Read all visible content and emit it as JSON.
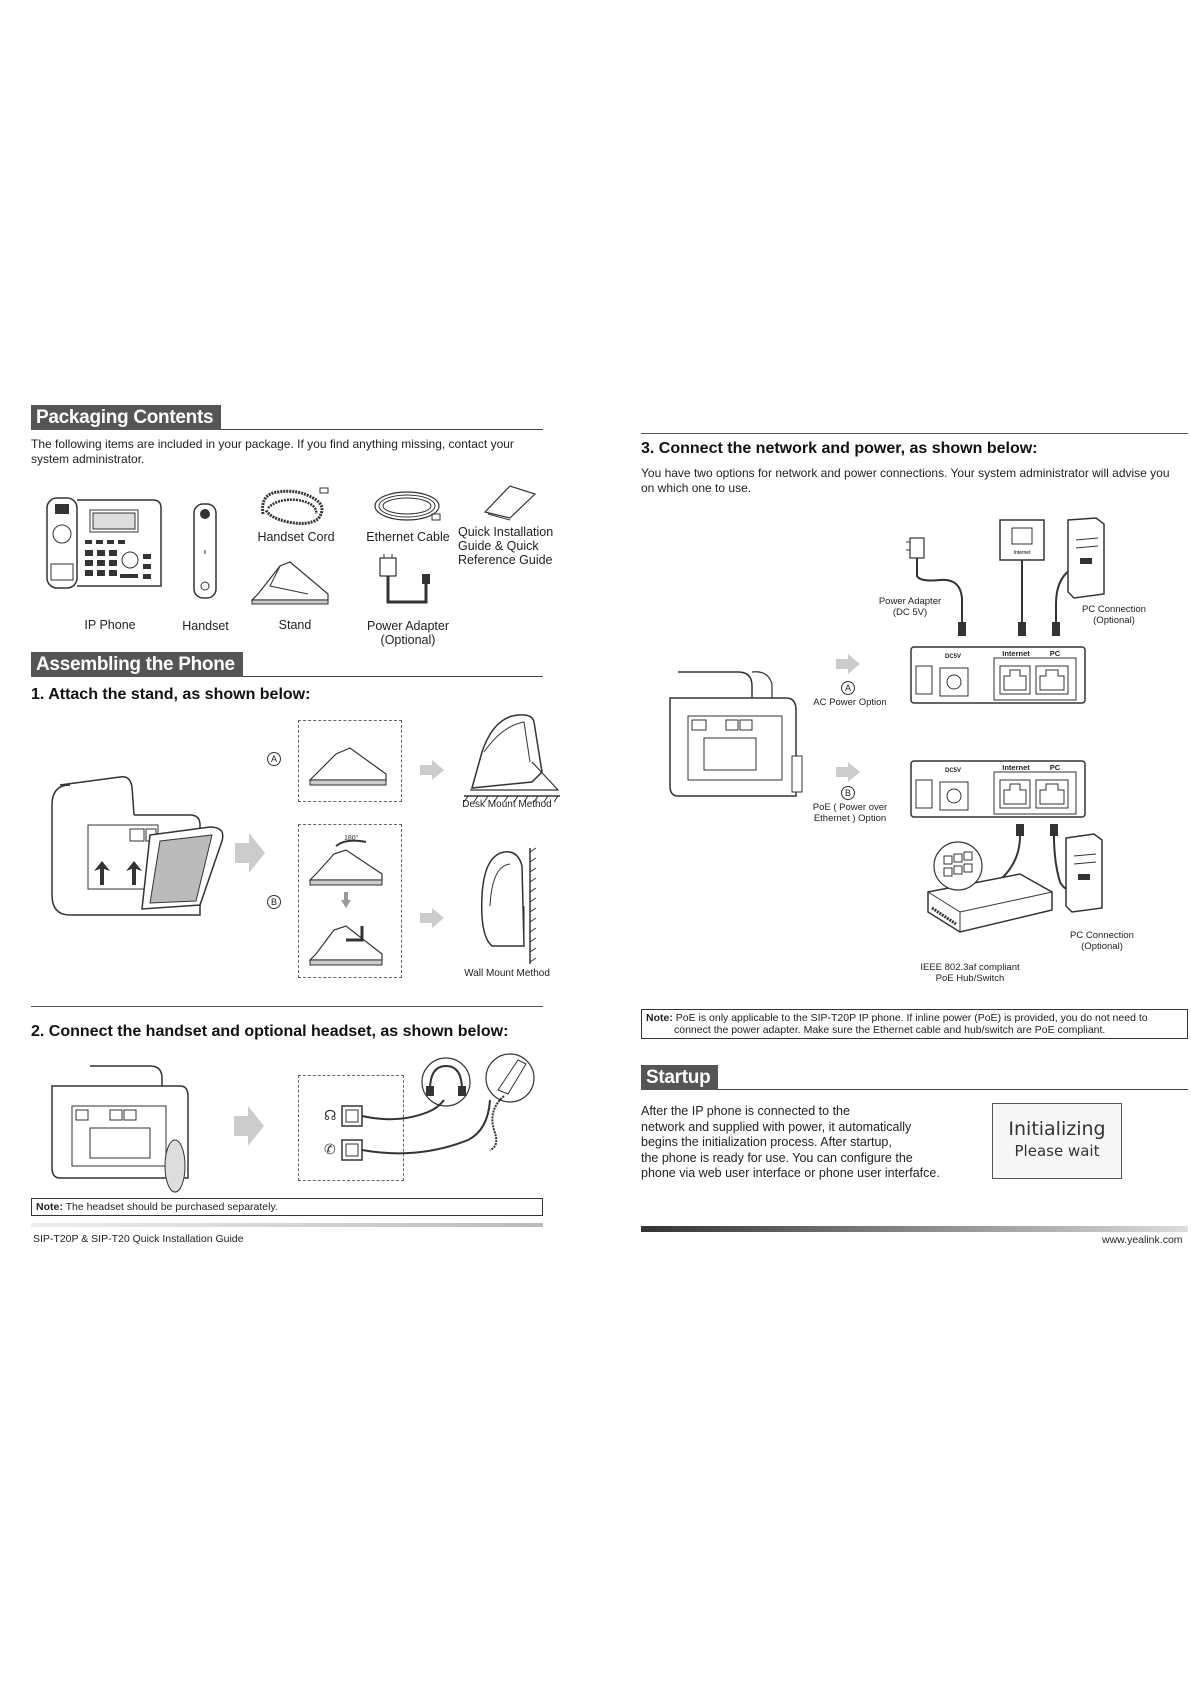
{
  "packaging": {
    "title": "Packaging Contents",
    "intro": "The following items are included in your package. If you find anything missing, contact your system administrator.",
    "items": {
      "ip_phone": "IP Phone",
      "handset": "Handset",
      "handset_cord": "Handset Cord",
      "stand": "Stand",
      "ethernet_cable": "Ethernet Cable",
      "power_adapter": "Power Adapter\n(Optional)",
      "quick_guide": "Quick Installation\nGuide & Quick\nReference Guide"
    }
  },
  "assembling": {
    "title": "Assembling the Phone",
    "step1": "1. Attach the stand, as shown below:",
    "label_a": "A",
    "label_b": "B",
    "desk_mount": "Desk Mount Method",
    "wall_mount": "Wall Mount Method",
    "step2": "2. Connect the handset and optional headset, as shown below:",
    "note_label": "Note:",
    "note_text": " The headset should be purchased separately."
  },
  "network": {
    "step3": "3. Connect the network and power, as shown below:",
    "intro": "You have two options for network and power connections. Your system administrator will advise you on which one to use.",
    "power_adapter": "Power Adapter\n(DC 5V)",
    "pc_connection": "PC Connection\n(Optional)",
    "internet": "Internet",
    "pc": "PC",
    "dc5v": "DC5V",
    "ac_option": "AC Power Option",
    "poe_option": "PoE ( Power over\nEthernet ) Option",
    "label_a": "A",
    "label_b": "B",
    "hub": "IEEE 802.3af compliant\nPoE Hub/Switch",
    "note_label": "Note:",
    "note_text": " PoE is only applicable to the SIP-T20P IP phone. If inline power (PoE) is provided, you do not need to",
    "note_text2": "connect the power adapter. Make sure the Ethernet cable and hub/switch are PoE compliant."
  },
  "startup": {
    "title": "Startup",
    "text": "After the IP phone is connected to the\nnetwork and supplied with power, it automatically\nbegins the initialization process. After startup,\nthe phone is ready for use. You can configure the\nphone via web user interface or phone user interfafce.",
    "lcd_line1": "Initializing",
    "lcd_line2": "Please wait"
  },
  "footer": {
    "left": "SIP-T20P & SIP-T20 Quick Installation Guide",
    "right": "www.yealink.com"
  }
}
